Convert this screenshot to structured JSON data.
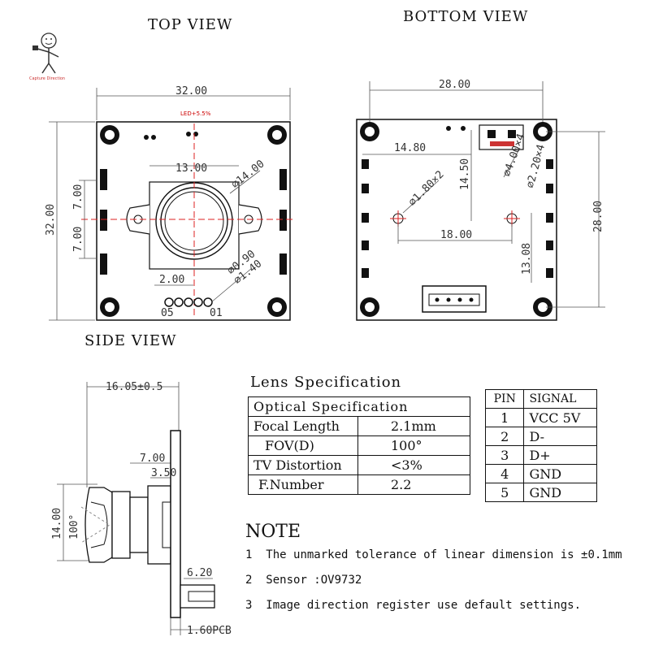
{
  "views": {
    "top": "TOP VIEW",
    "bottom": "BOTTOM VIEW",
    "side": "SIDE VIEW"
  },
  "logo_text": "Capture Direction",
  "top_dims": {
    "width": "32.00",
    "height": "32.00",
    "lens_w": "13.00",
    "lens_d": "∅14.00",
    "left_upper": "7.00",
    "left_lower": "7.00",
    "pin_pitch": "2.00",
    "pin_hole": "∅0.90",
    "pin_pad": "∅1.40",
    "pin_05": "05",
    "pin_01": "01",
    "led": "LED+5.5%"
  },
  "bottom_dims": {
    "width": "28.00",
    "height": "28.00",
    "h1": "14.80",
    "v1": "14.50",
    "hole": "∅1.80×2",
    "mount_hole": "∅4.00×4",
    "pad": "∅2.20×4",
    "h2": "18.00",
    "v2": "13.08"
  },
  "side_dims": {
    "length": "16.05±0.5",
    "d1": "7.00",
    "d2": "3.50",
    "height": "14.00",
    "angle": "100°",
    "conn": "6.20",
    "pcb": "1.60PCB"
  },
  "lens_spec": {
    "title": "Lens Specification",
    "header": "Optical Specification",
    "rows": [
      {
        "k": "Focal Length",
        "v": "2.1mm"
      },
      {
        "k": "FOV(D)",
        "v": "100°"
      },
      {
        "k": "TV Distortion",
        "v": "<3%"
      },
      {
        "k": "F.Number",
        "v": "2.2"
      }
    ]
  },
  "pins": {
    "h_pin": "PIN",
    "h_sig": "SIGNAL",
    "rows": [
      {
        "p": "1",
        "s": "VCC 5V"
      },
      {
        "p": "2",
        "s": "D-"
      },
      {
        "p": "3",
        "s": "D+"
      },
      {
        "p": "4",
        "s": "GND"
      },
      {
        "p": "5",
        "s": "GND"
      }
    ]
  },
  "notes": {
    "title": "NOTE",
    "items": [
      {
        "n": "1",
        "t": "The unmarked tolerance of linear dimension is ±0.1mm"
      },
      {
        "n": "2",
        "t": "Sensor :OV9732"
      },
      {
        "n": "3",
        "t": "Image direction register use default settings."
      }
    ]
  }
}
